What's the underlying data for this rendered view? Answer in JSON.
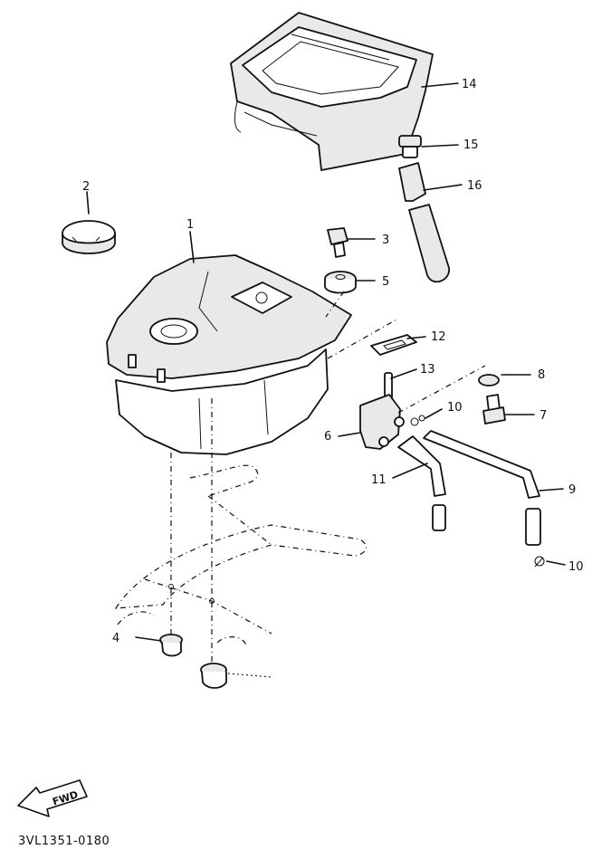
{
  "callouts": {
    "c1": "1",
    "c2": "2",
    "c3": "3",
    "c4": "4",
    "c5": "5",
    "c6": "6",
    "c7": "7",
    "c8": "8",
    "c9": "9",
    "c10a": "10",
    "c10b": "10",
    "c11": "11",
    "c12": "12",
    "c13": "13",
    "c14": "14",
    "c15": "15",
    "c16": "16"
  },
  "fwd_label": "FWD",
  "diagram_code": "3VL1351-0180"
}
